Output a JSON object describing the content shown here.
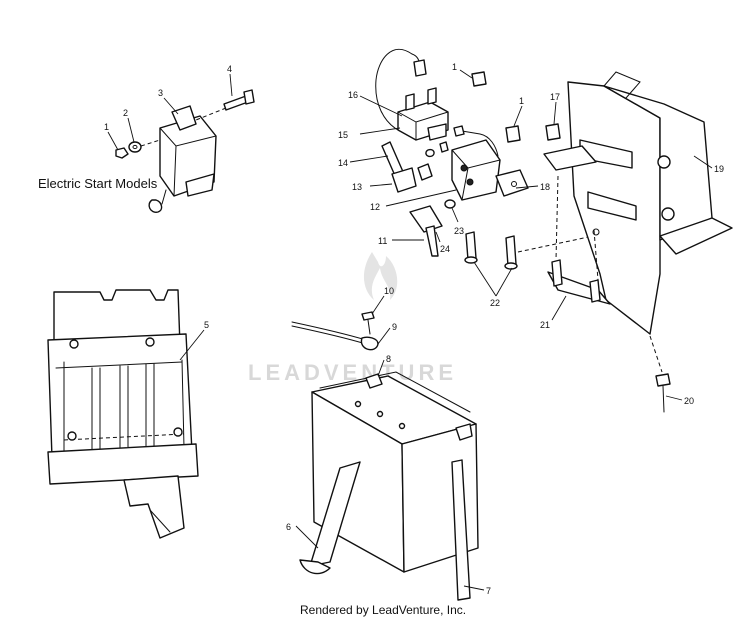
{
  "diagram": {
    "section_label": "Electric Start Models",
    "footer_text": "Rendered by LeadVenture, Inc.",
    "watermark_text": "LEADVENTURE"
  },
  "callouts": {
    "c1a": "1",
    "c2": "2",
    "c3": "3",
    "c4": "4",
    "c5": "5",
    "c6": "6",
    "c7": "7",
    "c8": "8",
    "c9": "9",
    "c10": "10",
    "c11": "11",
    "c12": "12",
    "c13": "13",
    "c14": "14",
    "c15": "15",
    "c16": "16",
    "c1b": "1",
    "c1c": "1",
    "c17": "17",
    "c18": "18",
    "c19": "19",
    "c20": "20",
    "c21": "21",
    "c22": "22",
    "c23": "23",
    "c24": "24"
  }
}
